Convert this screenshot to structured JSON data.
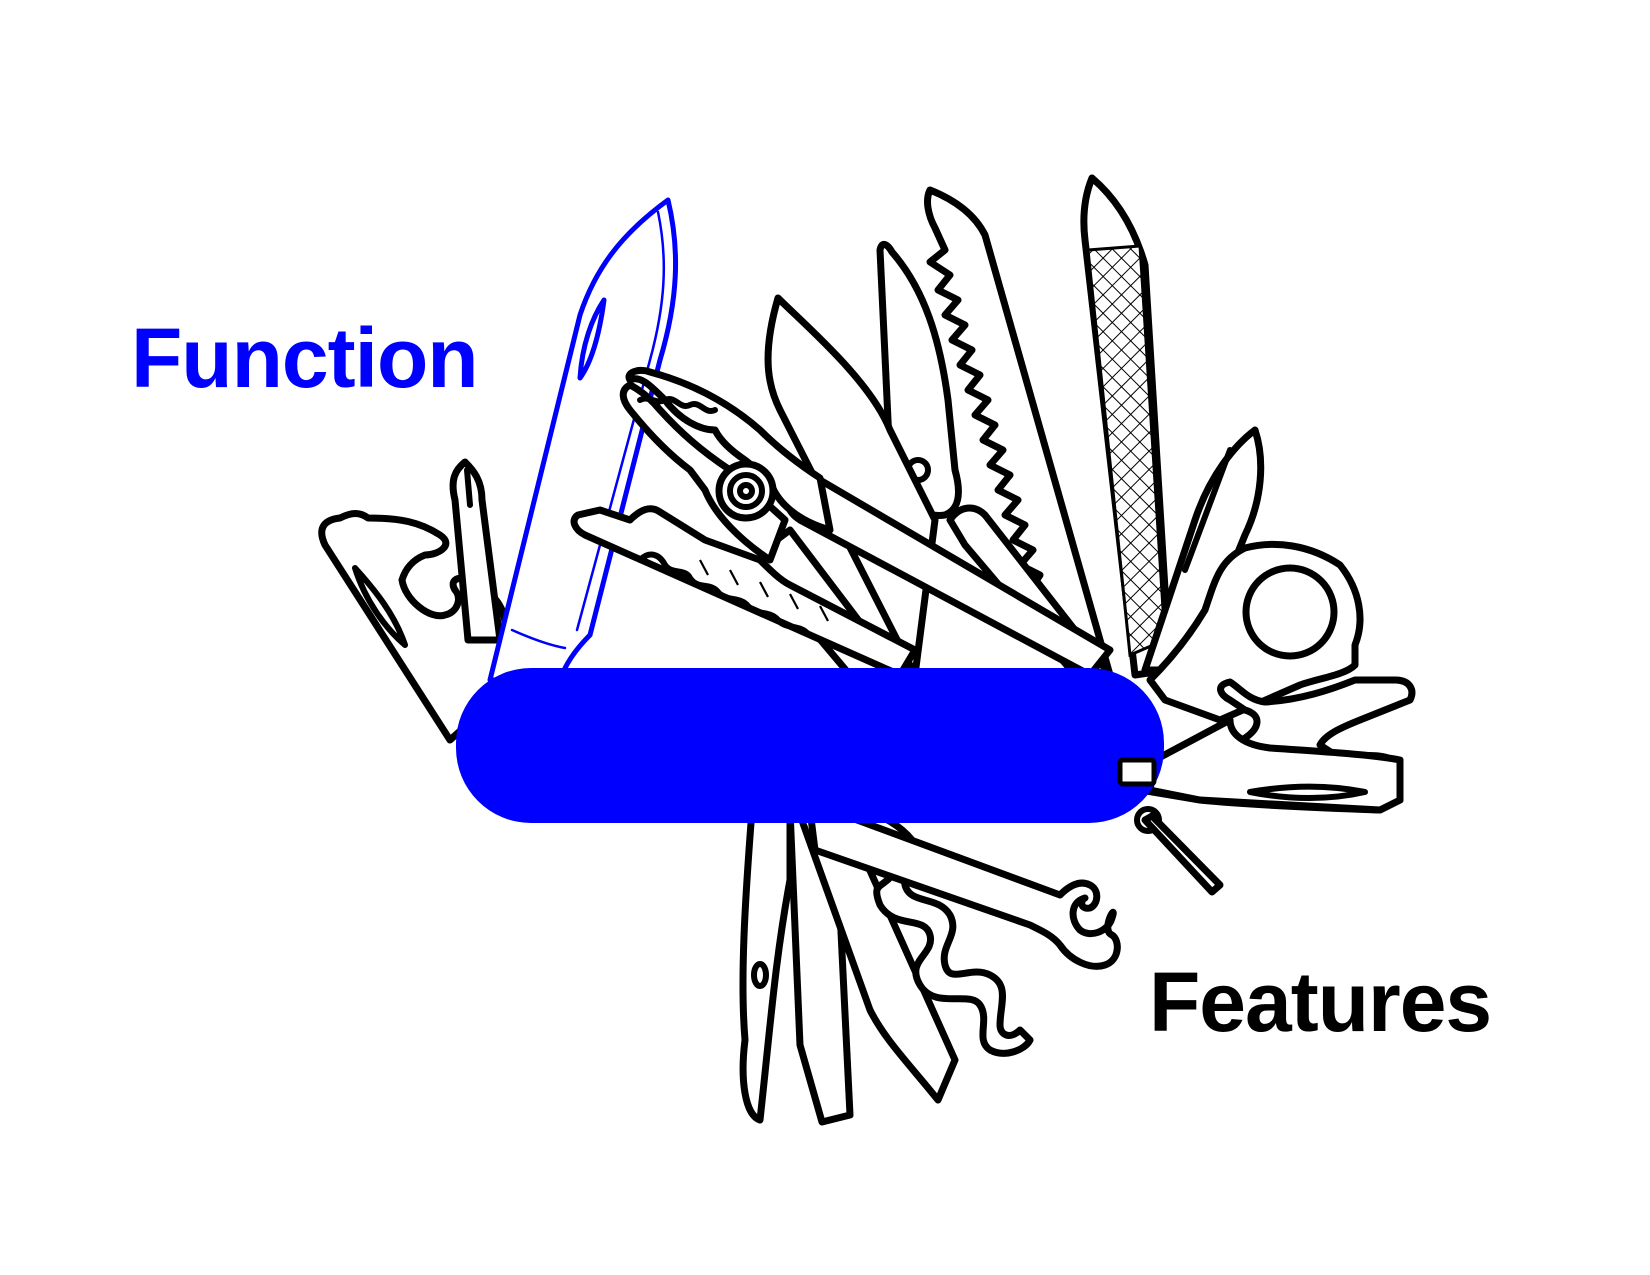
{
  "labels": {
    "function": "Function",
    "features": "Features"
  },
  "colors": {
    "accent": "#0000ff",
    "outline": "#000000",
    "background": "#ffffff"
  },
  "illustration": {
    "subject": "swiss-army-knife"
  }
}
